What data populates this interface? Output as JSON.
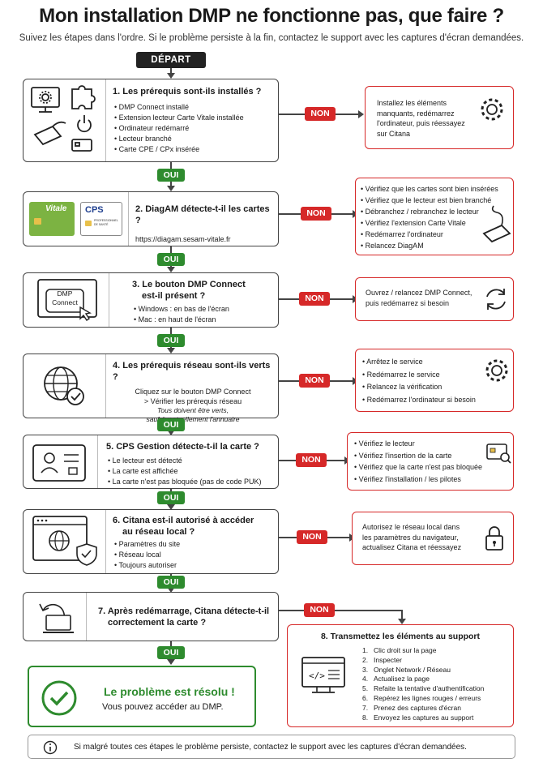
{
  "header": {
    "title": "Mon installation DMP ne fonctionne pas, que faire ?",
    "subtitle": "Suivez les étapes dans l'ordre. Si le problème persiste à la fin, contactez le support avec les captures d'écran demandées."
  },
  "start_label": "DÉPART",
  "yes_label": "OUI",
  "no_label": "NON",
  "steps": [
    {
      "title": "1. Les prérequis sont-ils installés ?",
      "items": [
        "DMP Connect installé",
        "Extension lecteur Carte Vitale installée",
        "Ordinateur redémarré",
        "Lecteur branché",
        "Carte CPE / CPx insérée"
      ],
      "fix": "Installez les éléments manquants, redémarrez l'ordinateur, puis réessayez sur Citana"
    },
    {
      "title": "2. DiagAM détecte-t-il les cartes ?",
      "url": "https://diagam.sesam-vitale.fr",
      "card1": "Vitale",
      "card2": "CPS",
      "card2_sub": "PROFESSIONNEL DE SANTÉ",
      "fix_items": [
        "Vérifiez que les cartes sont bien insérées",
        "Vérifiez que le lecteur est bien branché",
        "Débranchez / rebranchez le lecteur",
        "Vérifiez l'extension Carte Vitale",
        "Redémarrez l'ordinateur",
        "Relancez DiagAM"
      ]
    },
    {
      "title_l1": "3. Le bouton DMP Connect",
      "title_l2": "est-il présent ?",
      "button_l1": "DMP",
      "button_l2": "Connect",
      "items": [
        "Windows : en bas de l'écran",
        "Mac : en haut de l'écran"
      ],
      "fix": "Ouvrez / relancez DMP Connect, puis redémarrez si besoin"
    },
    {
      "title": "4. Les prérequis réseau sont-ils verts ?",
      "text_l1": "Cliquez sur le bouton DMP Connect",
      "text_l2": "> Vérifier les prérequis réseau",
      "note_l1": "Tous doivent être verts,",
      "note_l2": "sauf éventuellement l'annuaire",
      "fix_items": [
        "Arrêtez le service",
        "Redémarrez le service",
        "Relancez la vérification",
        "Redémarrez l'ordinateur si besoin"
      ]
    },
    {
      "title": "5. CPS Gestion détecte-t-il la carte ?",
      "items": [
        "Le lecteur est détecté",
        "La carte est affichée",
        "La carte n'est pas bloquée (pas de code PUK)"
      ],
      "fix_items": [
        "Vérifiez le lecteur",
        "Vérifiez l'insertion de la carte",
        "Vérifiez que la carte n'est pas bloquée",
        "Vérifiez l'installation / les pilotes"
      ]
    },
    {
      "title_l1": "6. Citana est-il autorisé à accéder",
      "title_l2": "au réseau local ?",
      "items": [
        "Paramètres du site",
        "Réseau local",
        "Toujours autoriser"
      ],
      "fix": "Autorisez le réseau local dans les paramètres du navigateur, actualisez Citana et réessayez"
    },
    {
      "title_l1": "7. Après redémarrage, Citana détecte-t-il",
      "title_l2": "correctement la carte ?"
    }
  ],
  "success": {
    "title": "Le problème est résolu !",
    "text": "Vous pouvez accéder au DMP."
  },
  "support": {
    "title": "8. Transmettez les éléments au support",
    "items": [
      "Clic droit sur la page",
      "Inspecter",
      "Onglet Network / Réseau",
      "Actualisez la page",
      "Refaite la tentative d'authentification",
      "Repérez les lignes rouges / erreurs",
      "Prenez des captures d'écran",
      "Envoyez les captures au support"
    ],
    "numbers": [
      "1.",
      "2.",
      "3.",
      "4.",
      "5.",
      "6.",
      "7.",
      "8."
    ]
  },
  "footer": "Si malgré toutes ces étapes le problème persiste, contactez le support avec les captures d'écran demandées.",
  "colors": {
    "no": "#d62828",
    "yes": "#2e8b2e",
    "border": "#444444"
  }
}
